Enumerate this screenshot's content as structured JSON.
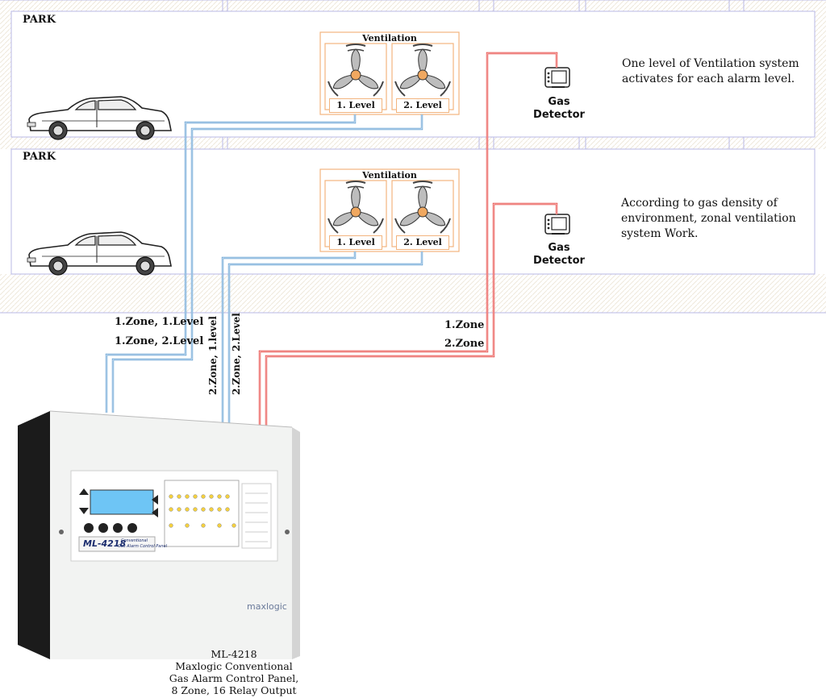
{
  "diagram": {
    "areas": [
      {
        "label": "PARK"
      },
      {
        "label": "PARK"
      }
    ],
    "ventilation_groups": [
      {
        "title": "Ventilation",
        "levels": [
          "1. Level",
          "2. Level"
        ]
      },
      {
        "title": "Ventilation",
        "levels": [
          "1. Level",
          "2. Level"
        ]
      }
    ],
    "gas_detectors": [
      {
        "line1": "Gas",
        "line2": "Detector"
      },
      {
        "line1": "Gas",
        "line2": "Detector"
      }
    ],
    "descriptions": [
      {
        "line1": "One level of Ventilation system",
        "line2": "activates for each alarm level."
      },
      {
        "line1": "According to gas density of",
        "line2": "environment, zonal ventilation",
        "line3": "system Work."
      }
    ],
    "wire_labels": {
      "zone1_level1": "1.Zone, 1.Level",
      "zone1_level2": "1.Zone, 2.Level",
      "zone2_level1": "2.Zone, 1.level",
      "zone2_level2": "2.Zone, 2.Level",
      "zone1": "1.Zone",
      "zone2": "2.Zone"
    },
    "panel": {
      "model": "ML-4218",
      "subtitle1": "Conventional",
      "subtitle2": "Gas Alarm Control Panel",
      "brand": "maxlogic"
    },
    "caption": {
      "line1": "ML-4218",
      "line2": "Maxlogic Conventional",
      "line3": "Gas Alarm Control Panel,",
      "line4": "8 Zone, 16 Relay Output"
    },
    "colors": {
      "building_outline": "#b8b8e6",
      "ventilation_border": "#f2b47e",
      "fan_hub": "#f0a860",
      "ventilation_wire": "#5b9bd0",
      "detector_wire": "#e53935"
    }
  }
}
